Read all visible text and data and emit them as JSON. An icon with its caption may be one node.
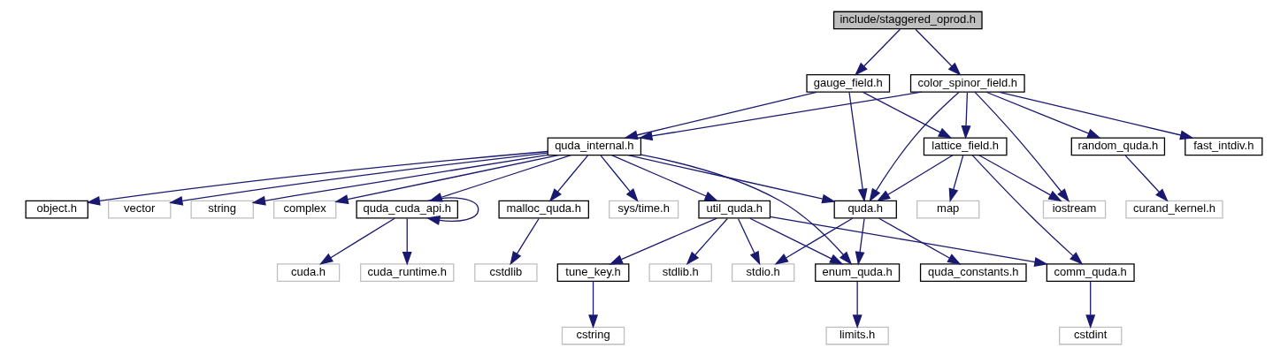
{
  "diagram": {
    "nodes": [
      {
        "text": [
          "include/staggered_oprod.h"
        ]
      },
      {
        "text": [
          "gauge_field.h"
        ]
      },
      {
        "text": [
          "color_spinor_field.h"
        ]
      },
      {
        "text": [
          "quda_internal.h"
        ]
      },
      {
        "text": [
          "lattice_field.h"
        ]
      },
      {
        "text": [
          "fast_intdiv.h"
        ]
      },
      {
        "text": [
          "random_quda.h"
        ]
      },
      {
        "text": [
          "quda_cuda_api.h"
        ]
      },
      {
        "text": [
          "malloc_quda.h"
        ]
      },
      {
        "text": [
          "sys/time.h"
        ]
      },
      {
        "text": [
          "util_quda.h"
        ]
      },
      {
        "text": [
          "object.h"
        ]
      },
      {
        "text": [
          "vector"
        ]
      },
      {
        "text": [
          "string"
        ]
      },
      {
        "text": [
          "complex"
        ]
      },
      {
        "text": [
          "quda.h"
        ]
      },
      {
        "text": [
          "map"
        ]
      },
      {
        "text": [
          "iostream"
        ]
      },
      {
        "text": [
          "curand_kernel.h"
        ]
      },
      {
        "text": [
          "cuda_runtime.h"
        ]
      },
      {
        "text": [
          "cuda.h"
        ]
      },
      {
        "text": [
          "cstdlib"
        ]
      },
      {
        "text": [
          "stdlib.h"
        ]
      },
      {
        "text": [
          "tune_key.h"
        ]
      },
      {
        "text": [
          "stdio.h"
        ]
      },
      {
        "text": [
          "enum_quda.h"
        ]
      },
      {
        "text": [
          "quda_constants.h"
        ]
      },
      {
        "text": [
          "comm_quda.h"
        ]
      },
      {
        "text": [
          "cstring"
        ]
      },
      {
        "text": [
          "limits.h"
        ]
      },
      {
        "text": [
          "cstdint"
        ]
      }
    ],
    "edges": [
      {
        "from": 0,
        "to": 1,
        "arrow": "to"
      },
      {
        "from": 0,
        "to": 2,
        "arrow": "to"
      },
      {
        "from": 1,
        "to": 3,
        "arrow": "to"
      },
      {
        "from": 1,
        "to": 15,
        "arrow": "to"
      },
      {
        "from": 1,
        "to": 4,
        "arrow": "to"
      },
      {
        "from": 2,
        "to": 3,
        "arrow": "to"
      },
      {
        "from": 2,
        "to": 15,
        "arrow": "to"
      },
      {
        "from": 2,
        "to": 4,
        "arrow": "to"
      },
      {
        "from": 2,
        "to": 5,
        "arrow": "to"
      },
      {
        "from": 2,
        "to": 17,
        "arrow": "to"
      },
      {
        "from": 2,
        "to": 6,
        "arrow": "to"
      },
      {
        "from": 3,
        "to": 7,
        "arrow": "to"
      },
      {
        "from": 3,
        "to": 8,
        "arrow": "to"
      },
      {
        "from": 3,
        "to": 9,
        "arrow": "to"
      },
      {
        "from": 3,
        "to": 10,
        "arrow": "to"
      },
      {
        "from": 3,
        "to": 11,
        "arrow": "to"
      },
      {
        "from": 3,
        "to": 12,
        "arrow": "to"
      },
      {
        "from": 3,
        "to": 13,
        "arrow": "to"
      },
      {
        "from": 3,
        "to": 14,
        "arrow": "to"
      },
      {
        "from": 3,
        "to": 15,
        "arrow": "to"
      },
      {
        "from": 3,
        "to": 25,
        "arrow": "to"
      },
      {
        "from": 4,
        "to": 15,
        "arrow": "to"
      },
      {
        "from": 4,
        "to": 16,
        "arrow": "to"
      },
      {
        "from": 4,
        "to": 17,
        "arrow": "to"
      },
      {
        "from": 4,
        "to": 27,
        "arrow": "to"
      },
      {
        "from": 6,
        "to": 18,
        "arrow": "to"
      },
      {
        "from": 7,
        "to": 7,
        "arrow": "to"
      },
      {
        "from": 7,
        "to": 19,
        "arrow": "to"
      },
      {
        "from": 7,
        "to": 20,
        "arrow": "to"
      },
      {
        "from": 8,
        "to": 21,
        "arrow": "to"
      },
      {
        "from": 10,
        "to": 22,
        "arrow": "to"
      },
      {
        "from": 10,
        "to": 23,
        "arrow": "to"
      },
      {
        "from": 10,
        "to": 24,
        "arrow": "to"
      },
      {
        "from": 10,
        "to": 25,
        "arrow": "to"
      },
      {
        "from": 10,
        "to": 27,
        "arrow": "to"
      },
      {
        "from": 15,
        "to": 24,
        "arrow": "to"
      },
      {
        "from": 15,
        "to": 25,
        "arrow": "to"
      },
      {
        "from": 15,
        "to": 26,
        "arrow": "to"
      },
      {
        "from": 23,
        "to": 28,
        "arrow": "to"
      },
      {
        "from": 25,
        "to": 29,
        "arrow": "to"
      },
      {
        "from": 27,
        "to": 30,
        "arrow": "to"
      }
    ]
  }
}
